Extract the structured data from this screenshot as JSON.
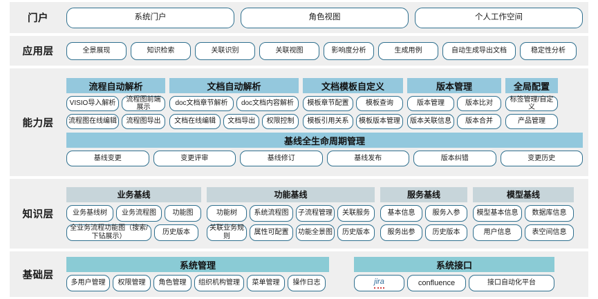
{
  "colors": {
    "band_bg": "#efefef",
    "pill_border": "#2e6f8e",
    "header_ability": "#94c8dd",
    "header_knowledge": "#c7d5da",
    "header_base": "#8acbd5",
    "page_bg": "#ffffff"
  },
  "layers": [
    {
      "id": "portal",
      "label": "门户",
      "items": [
        "系统门户",
        "角色视图",
        "个人工作空间"
      ]
    },
    {
      "id": "application",
      "label": "应用层",
      "items": [
        "全景展现",
        "知识检索",
        "关联识别",
        "关联视图",
        "影响度分析",
        "生成用例",
        "自动生成导出文档",
        "稳定性分析"
      ]
    },
    {
      "id": "ability",
      "label": "能力层",
      "groups": [
        {
          "title": "流程自动解析",
          "rows": [
            [
              "VISIO导入解析",
              "流程图前端展示"
            ],
            [
              "流程图在线编辑",
              "流程图导出"
            ]
          ]
        },
        {
          "title": "文档自动解析",
          "rows": [
            [
              "doc文档章节解析",
              "doc文档内容解析"
            ],
            [
              "文档在线编辑",
              "文档导出",
              "权限控制"
            ]
          ]
        },
        {
          "title": "文档模板自定义",
          "rows": [
            [
              "模板章节配置",
              "模板查询"
            ],
            [
              "模板引用关系",
              "模板版本管理"
            ]
          ]
        },
        {
          "title": "版本管理",
          "rows": [
            [
              "版本管理",
              "版本比对"
            ],
            [
              "版本关联信息",
              "版本合并"
            ]
          ]
        },
        {
          "title": "全局配置",
          "rows": [
            [
              "标签管理/自定义"
            ],
            [
              "产品管理"
            ]
          ]
        }
      ],
      "lifecycle": {
        "title": "基线全生命周期管理",
        "items": [
          "基线变更",
          "变更评审",
          "基线修订",
          "基线发布",
          "版本纠错",
          "变更历史"
        ]
      }
    },
    {
      "id": "knowledge",
      "label": "知识层",
      "groups": [
        {
          "title": "业务基线",
          "rows": [
            [
              "业务基线树",
              "业务流程图",
              "功能图"
            ],
            [
              "全业务流程功能图（搜索/下钻展示）",
              "历史版本"
            ]
          ]
        },
        {
          "title": "功能基线",
          "rows": [
            [
              "功能树",
              "系统流程图",
              "子流程管理",
              "关联服务"
            ],
            [
              "关联业务规则",
              "属性可配置",
              "功能全景图",
              "历史版本"
            ]
          ]
        },
        {
          "title": "服务基线",
          "rows": [
            [
              "基本信息",
              "服务入参"
            ],
            [
              "服务出参",
              "历史版本"
            ]
          ]
        },
        {
          "title": "模型基线",
          "rows": [
            [
              "模型基本信息",
              "数据库信息"
            ],
            [
              "用户信息",
              "表空间信息"
            ]
          ]
        }
      ]
    },
    {
      "id": "base",
      "label": "基础层",
      "groups": [
        {
          "title": "系统管理",
          "rows": [
            [
              "多用户管理",
              "权限管理",
              "角色管理",
              "组织机构管理",
              "菜单管理",
              "操作日志"
            ]
          ]
        },
        {
          "title": "系统接口",
          "rows": [
            [
              "jira",
              "confluence",
              "接口自动化平台"
            ]
          ]
        }
      ]
    }
  ]
}
